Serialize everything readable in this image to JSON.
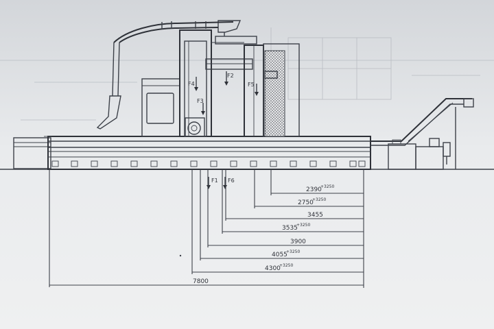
{
  "forces": [
    {
      "id": "F1",
      "label": "F1"
    },
    {
      "id": "F2",
      "label": "F2"
    },
    {
      "id": "F3",
      "label": "F3"
    },
    {
      "id": "F4",
      "label": "F4"
    },
    {
      "id": "F5",
      "label": "F5"
    },
    {
      "id": "F6",
      "label": "F6"
    }
  ],
  "dimensions": [
    {
      "value": "2390",
      "sup": "+3250"
    },
    {
      "value": "2750",
      "sup": "+3250"
    },
    {
      "value": "3455",
      "sup": ""
    },
    {
      "value": "3535",
      "sup": "+3250"
    },
    {
      "value": "3900",
      "sup": ""
    },
    {
      "value": "4055",
      "sup": "+3250"
    },
    {
      "value": "4300",
      "sup": "+3250"
    },
    {
      "value": "7800",
      "sup": ""
    }
  ]
}
